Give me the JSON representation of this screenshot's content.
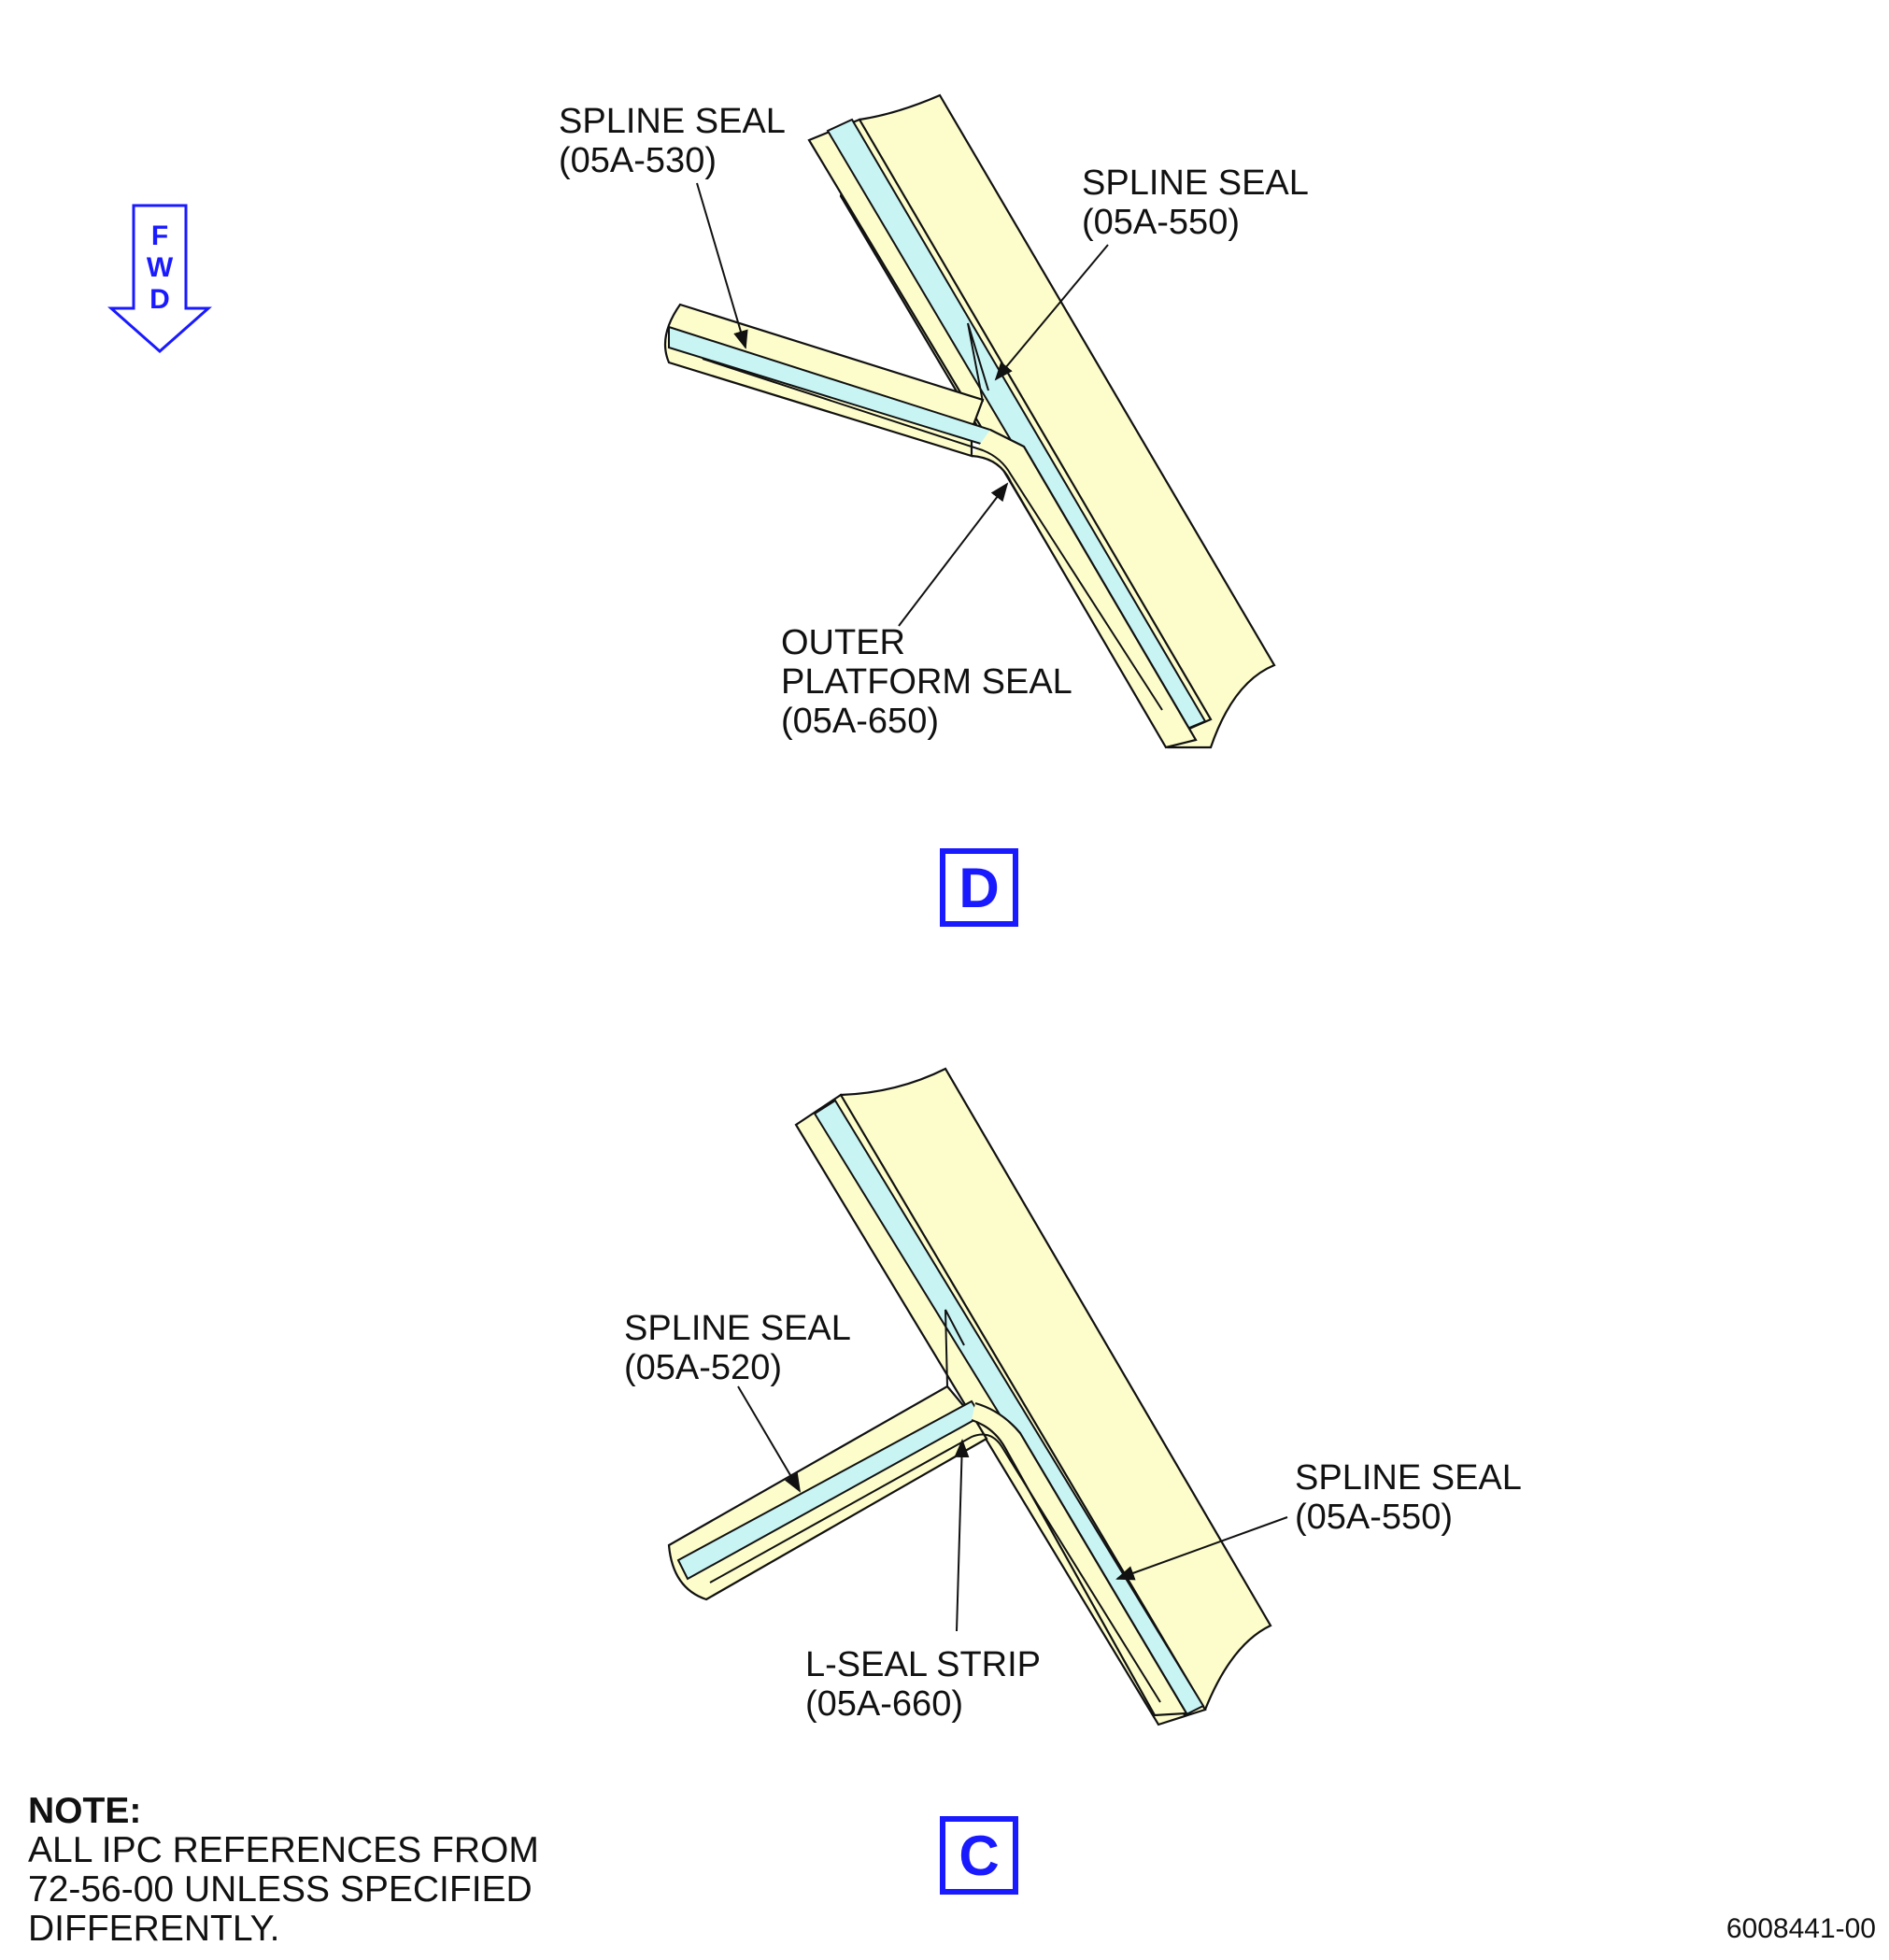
{
  "fwd_arrow": {
    "letters": [
      "F",
      "W",
      "D"
    ],
    "color": "#1a1aff"
  },
  "view_d": {
    "label": "D",
    "callouts": [
      {
        "line1": "SPLINE SEAL",
        "line2": "(05A-530)"
      },
      {
        "line1": "SPLINE SEAL",
        "line2": "(05A-550)"
      },
      {
        "line1": "OUTER",
        "line2": "PLATFORM SEAL",
        "line3": "(05A-650)"
      }
    ]
  },
  "view_c": {
    "label": "C",
    "callouts": [
      {
        "line1": "SPLINE SEAL",
        "line2": "(05A-520)"
      },
      {
        "line1": "SPLINE SEAL",
        "line2": "(05A-550)"
      },
      {
        "line1": "L-SEAL STRIP",
        "line2": "(05A-660)"
      }
    ]
  },
  "note": {
    "title": "NOTE:",
    "lines": [
      "ALL IPC REFERENCES FROM",
      "72-56-00 UNLESS SPECIFIED",
      "DIFFERENTLY."
    ]
  },
  "figure_id": "6008441-00",
  "colors": {
    "part_fill": "#fdfdcc",
    "seal_fill": "#c8f4f4",
    "outline": "#111111",
    "accent": "#1a1aff"
  }
}
